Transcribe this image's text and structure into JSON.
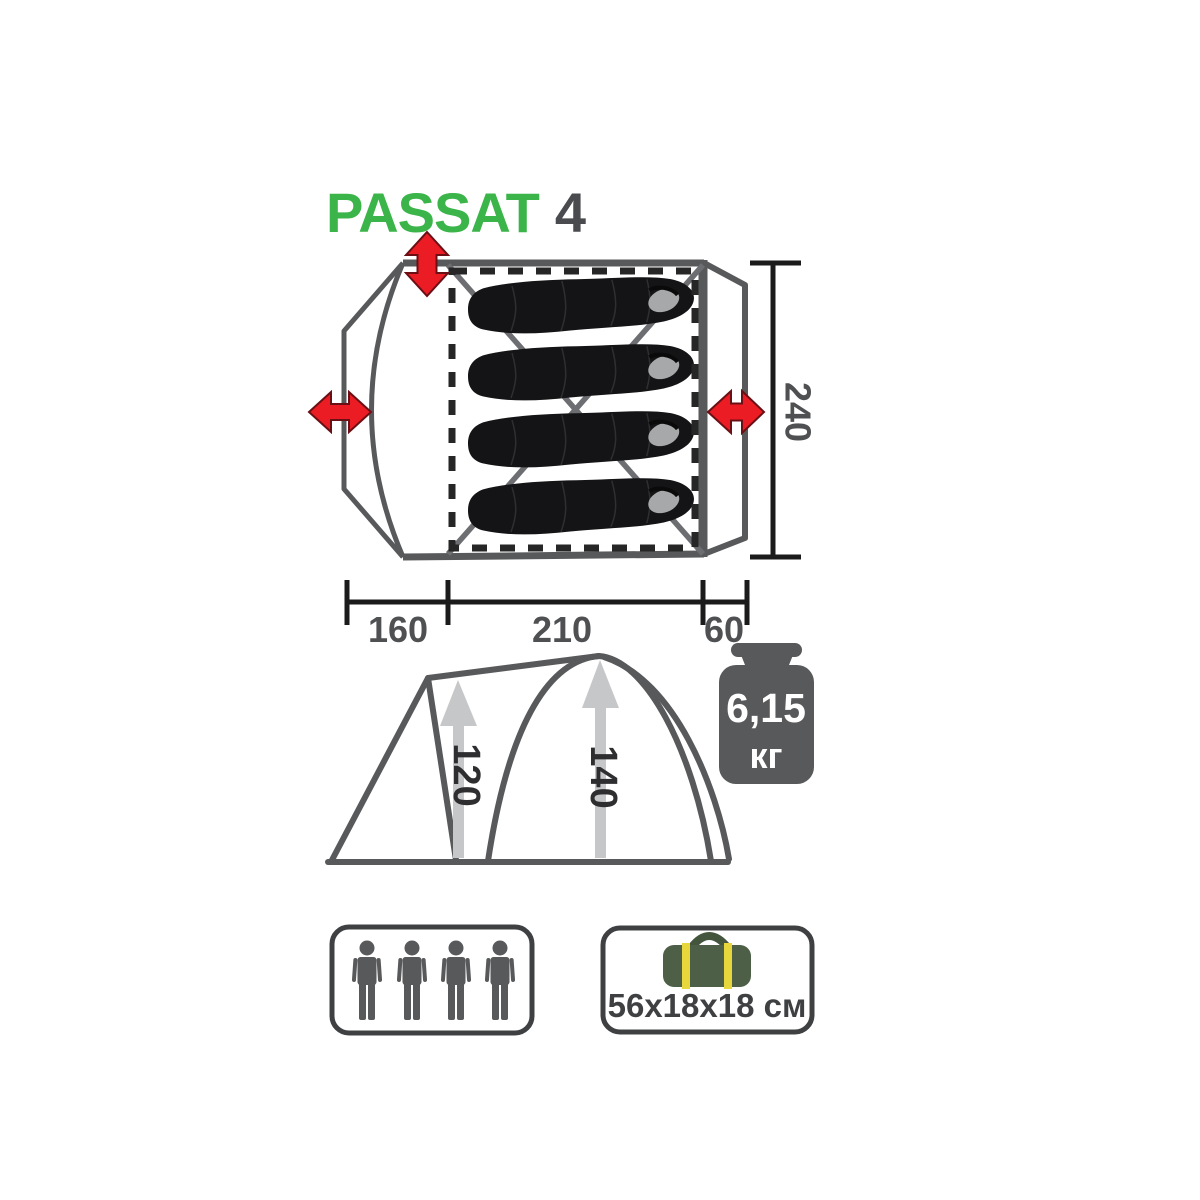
{
  "title": {
    "brand": "PASSAT",
    "model_number": "4"
  },
  "top_view": {
    "width_label": "240",
    "segments": [
      {
        "label": "160"
      },
      {
        "label": "210"
      },
      {
        "label": "60"
      }
    ]
  },
  "side_view": {
    "inner_height_label": "120",
    "outer_height_label": "140"
  },
  "weight": {
    "value": "6,15",
    "unit": "кг"
  },
  "capacity": {
    "persons": 4
  },
  "packed_size": {
    "label": "56x18x18 см"
  },
  "icons": {
    "vent_arrow": "red-double-arrow-icon",
    "height_arrow": "gray-up-arrow-icon",
    "weight": "kettlebell-weight-icon",
    "capacity": "person-icon",
    "packed": "duffel-bag-icon",
    "sleeping_bag": "sleeping-bag-icon"
  },
  "colors": {
    "brand_green": "#3bb54a",
    "dark_gray": "#58595b",
    "accent_red": "#ec1c24",
    "dimension_black": "#1b1b1b",
    "arrow_light_gray": "#c6c7c9",
    "bag_green": "#4d5f46",
    "strap_yellow": "#e8d63d"
  }
}
